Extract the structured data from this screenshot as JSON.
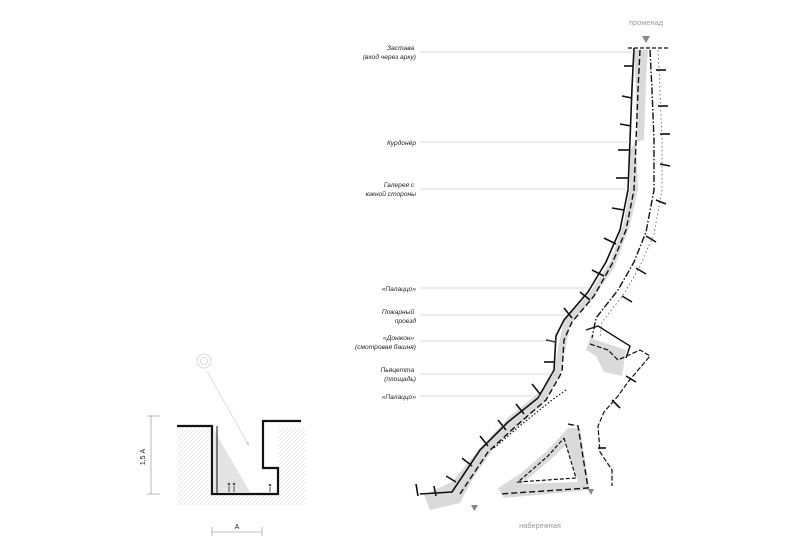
{
  "plan": {
    "top_label": "променад",
    "bottom_label": "набережная",
    "labels": [
      {
        "lines": [
          "Застава",
          "(вход через арку)"
        ]
      },
      {
        "lines": [
          "Курдонёр"
        ]
      },
      {
        "lines": [
          "Галерея с",
          "южной стороны"
        ]
      },
      {
        "lines": [
          "«Палаццо»"
        ]
      },
      {
        "lines": [
          "Пожарный",
          "проезд"
        ]
      },
      {
        "lines": [
          "«Донжон»",
          "(смотровая башня)"
        ]
      },
      {
        "lines": [
          "Пьяцетта",
          "(площадь)"
        ]
      },
      {
        "lines": [
          "«Палаццо»"
        ]
      }
    ]
  },
  "section": {
    "height_label": "1,5 А",
    "width_label": "А"
  },
  "colors": {
    "street_fill": "#d9d9d9",
    "wall": "#111111",
    "leader": "#b8b8b8",
    "reference_text": "#9a9a9a",
    "ground_hatch": "#cfcfcf"
  }
}
